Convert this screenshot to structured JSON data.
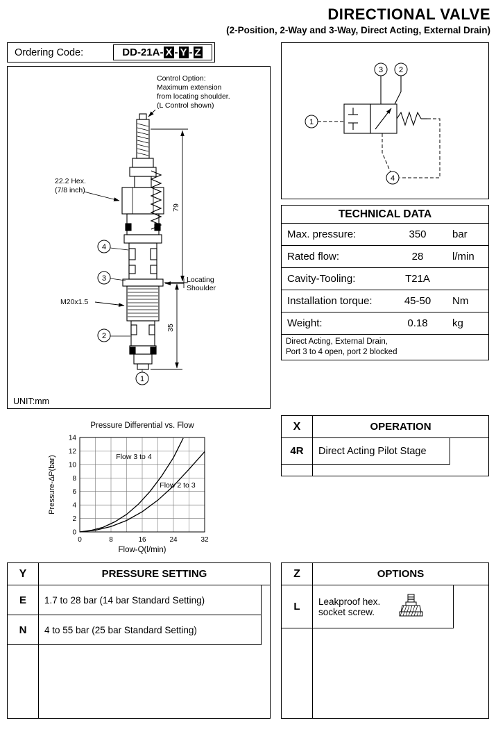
{
  "header": {
    "title": "DIRECTIONAL VALVE",
    "subtitle": "(2-Position, 2-Way and 3-Way, Direct Acting, External Drain)"
  },
  "ordering": {
    "label": "Ordering Code:",
    "code": {
      "prefix": "DD-21A-",
      "x": "X",
      "y": "Y",
      "z": "Z",
      "sep": "-"
    }
  },
  "drawing": {
    "control_note_lines": [
      "Control Option:",
      "Maximum extension",
      "from locating shoulder.",
      "(L Control shown)"
    ],
    "hex_label_lines": [
      "22.2 Hex.",
      "(7/8 inch)"
    ],
    "thread_label": "M20x1.5",
    "dim_height": "79",
    "dim_lower": "35",
    "shoulder_label_lines": [
      "Locating",
      "Shoulder"
    ],
    "unit_label": "UNIT:mm",
    "callouts": [
      "4",
      "3",
      "2",
      "1"
    ]
  },
  "schematic": {
    "ports": [
      "1",
      "2",
      "3",
      "4"
    ]
  },
  "technical_data": {
    "title": "TECHNICAL DATA",
    "rows": [
      {
        "label": "Max. pressure:",
        "value": "350",
        "unit": "bar"
      },
      {
        "label": "Rated flow:",
        "value": "28",
        "unit": "l/min"
      },
      {
        "label": "Cavity-Tooling:",
        "value": "T21A",
        "unit": ""
      },
      {
        "label": "Installation torque:",
        "value": "45-50",
        "unit": "Nm"
      },
      {
        "label": "Weight:",
        "value": "0.18",
        "unit": "kg"
      }
    ],
    "note_lines": [
      "Direct Acting, External Drain,",
      "Port 3 to 4 open, port 2 blocked"
    ]
  },
  "chart_data": {
    "type": "line",
    "title": "Pressure Differential vs. Flow",
    "xlabel": "Flow-Q(l/min)",
    "ylabel": "Pressure-ΔP(bar)",
    "xlim": [
      0,
      32
    ],
    "ylim": [
      0,
      14
    ],
    "xticks": [
      0,
      8,
      16,
      24,
      32
    ],
    "yticks": [
      0,
      2,
      4,
      6,
      8,
      10,
      12,
      14
    ],
    "xgridlines": [
      4,
      8,
      12,
      16,
      20,
      24,
      28
    ],
    "ygridlines": [
      2,
      4,
      6,
      8,
      10,
      12
    ],
    "grid": true,
    "legend_position": "inline-labels",
    "series": [
      {
        "name": "Flow 3 to 4",
        "x": [
          0,
          3,
          6,
          9,
          12,
          15,
          18,
          21,
          24,
          26.5
        ],
        "y": [
          0,
          0.25,
          0.7,
          1.5,
          2.6,
          4.1,
          6.0,
          8.3,
          11.0,
          13.9
        ],
        "label_at": {
          "x": 9.3,
          "y": 10.8
        }
      },
      {
        "name": "Flow 2 to 3",
        "x": [
          0,
          4,
          8,
          12,
          16,
          20,
          24,
          28,
          32
        ],
        "y": [
          0,
          0.25,
          0.8,
          1.7,
          3.0,
          4.7,
          6.8,
          9.3,
          11.9
        ],
        "label_at": {
          "x": 20.5,
          "y": 6.6
        }
      }
    ]
  },
  "operation": {
    "code": "X",
    "title": "OPERATION",
    "rows": [
      {
        "code": "4R",
        "desc": "Direct Acting Pilot Stage"
      }
    ]
  },
  "pressure_setting": {
    "code": "Y",
    "title": "PRESSURE SETTING",
    "rows": [
      {
        "code": "E",
        "desc": "1.7 to 28 bar  (14 bar Standard Setting)"
      },
      {
        "code": "N",
        "desc": "4 to 55 bar  (25 bar Standard Setting)"
      }
    ]
  },
  "options": {
    "code": "Z",
    "title": "OPTIONS",
    "rows": [
      {
        "code": "L",
        "desc_lines": [
          "Leakproof hex.",
          "socket screw."
        ]
      }
    ]
  }
}
